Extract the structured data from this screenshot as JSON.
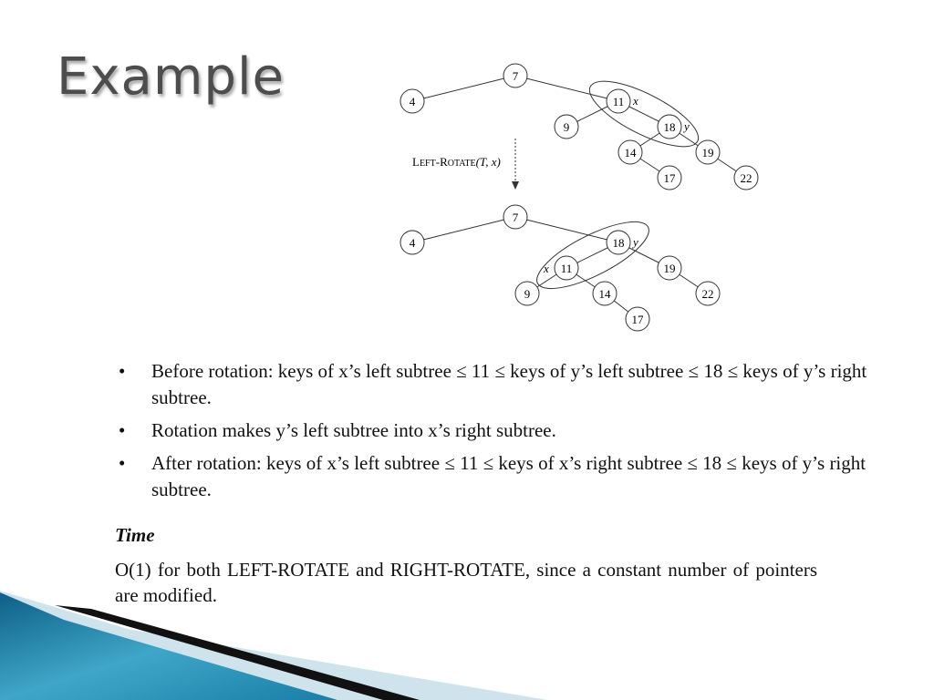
{
  "slide": {
    "title": "Example"
  },
  "diagram": {
    "caption_prefix": "L",
    "caption_small1": "EFT",
    "caption_dash": "-R",
    "caption_small2": "OTATE",
    "caption_args": "(T, x)",
    "before": {
      "nodes": [
        {
          "key": "7"
        },
        {
          "key": "4"
        },
        {
          "key": "11"
        },
        {
          "key": "9"
        },
        {
          "key": "18"
        },
        {
          "key": "14"
        },
        {
          "key": "19"
        },
        {
          "key": "17"
        },
        {
          "key": "22"
        }
      ],
      "label_x": "x",
      "label_y": "y"
    },
    "after": {
      "nodes": [
        {
          "key": "7"
        },
        {
          "key": "4"
        },
        {
          "key": "18"
        },
        {
          "key": "11"
        },
        {
          "key": "19"
        },
        {
          "key": "9"
        },
        {
          "key": "14"
        },
        {
          "key": "22"
        },
        {
          "key": "17"
        }
      ],
      "label_x": "x",
      "label_y": "y"
    }
  },
  "bullets": [
    "Before rotation: keys of x’s left subtree ≤ 11 ≤ keys of y’s left subtree ≤ 18 ≤ keys of y’s right subtree.",
    "Rotation makes y’s left subtree into x’s right subtree.",
    "After rotation: keys of x’s left subtree ≤ 11 ≤ keys of x’s right subtree ≤ 18 ≤ keys of y’s right subtree."
  ],
  "bullet_symbol": "•",
  "time": {
    "heading": "Time",
    "body": "O(1) for both LEFT-ROTATE and RIGHT-ROTATE, since a constant number of pointers are modified."
  }
}
